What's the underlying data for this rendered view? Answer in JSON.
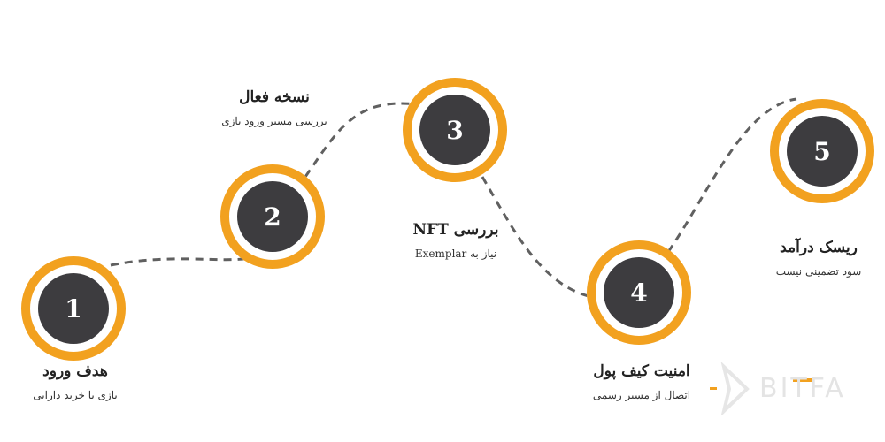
{
  "accent_color": "#f2a11f",
  "dark_color": "#3d3c3f",
  "steps": [
    {
      "number": "1",
      "title": "هدف ورود",
      "subtitle": "بازی یا خرید دارایی"
    },
    {
      "number": "2",
      "title": "نسخه فعال",
      "subtitle": "بررسی مسیر ورود بازی"
    },
    {
      "number": "3",
      "title": "بررسی NFT",
      "subtitle": "نیاز به Exemplar"
    },
    {
      "number": "4",
      "title": "امنیت کیف پول",
      "subtitle": "اتصال از مسیر رسمی"
    },
    {
      "number": "5",
      "title": "ریسک درآمد",
      "subtitle": "سود تضمینی نیست"
    }
  ],
  "logo": {
    "text": "BITFA"
  }
}
